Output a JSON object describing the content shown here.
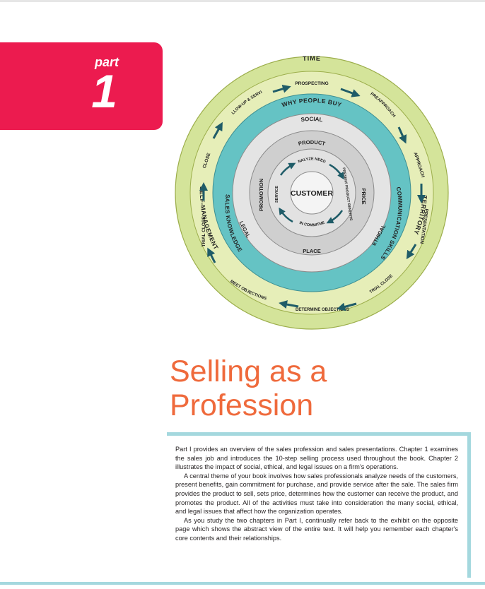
{
  "part": {
    "label": "part",
    "number": "1"
  },
  "diagram": {
    "outer_ring": [
      "TIME",
      "TERRITORY",
      "SELF-MANAGEMENT"
    ],
    "steps": [
      "PROSPECTING",
      "PREAPPROACH",
      "APPROACH",
      "PRESENTATION",
      "TRIAL CLOSE",
      "DETERMINE OBJECTIONS",
      "MEET OBJECTIONS",
      "TRIAL CLOSE",
      "CLOSE",
      "FOLLOW-UP & SERVICE"
    ],
    "teal_ring": [
      "WHY PEOPLE BUY",
      "COMMUNICATION SKILLS",
      "SALES KNOWLEDGE"
    ],
    "issues_ring": [
      "SOCIAL",
      "ETHICAL",
      "LEGAL"
    ],
    "marketing_ring": [
      "PRODUCT",
      "PRICE",
      "PLACE",
      "PROMOTION"
    ],
    "inner_cycle": [
      "ANALYZE NEEDS",
      "PRESENT PRODUCT BENEFITS",
      "GAIN COMMITMENT",
      "SERVICE"
    ],
    "center": "CUSTOMER"
  },
  "colors": {
    "accent": "#ec1b4f",
    "title": "#ef6a3c",
    "outer_green": "#d4e49a",
    "teal": "#65c3c4",
    "arrow": "#1f5c68"
  },
  "title": {
    "line1": "Selling as a",
    "line2": "Profession"
  },
  "body": {
    "p1": "Part I provides an overview of the sales profession and sales presentations. Chapter 1 examines the sales job and introduces the 10-step selling process used throughout the book. Chapter 2 illustrates the impact of social, ethical, and legal issues on a firm's operations.",
    "p2": "A central theme of your book involves how sales professionals analyze needs of the customers, present benefits, gain commitment for purchase, and provide service after the sale. The sales firm provides the product to sell, sets price, determines how the customer can receive the product, and promotes the product. All of the activities must take into consideration the many social, ethical, and legal issues that affect how the organization operates.",
    "p3": "As you study the two chapters in Part I, continually refer back to the exhibit on the opposite page which shows the abstract view of the entire text. It will help you remember each chapter's core contents and their relationships."
  }
}
